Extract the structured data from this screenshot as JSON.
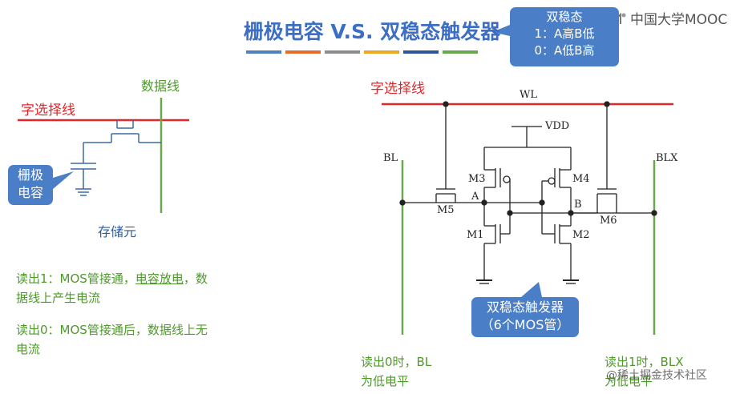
{
  "header": {
    "title": "栅极电容 V.S. 双稳态触发器",
    "brand": "中国大学MOOC",
    "divider_colors": [
      "#4f81bd",
      "#e46c2c",
      "#8c8c8c",
      "#e8a820",
      "#2f5597",
      "#6aa84f"
    ]
  },
  "bistable_note": {
    "title": "双稳态",
    "line1": "1：A高B低",
    "line2": "0：A低B高"
  },
  "left_diagram": {
    "word_line": "字选择线",
    "data_line": "数据线",
    "gate_cap_line1": "栅极",
    "gate_cap_line2": "电容",
    "cell_label": "存储元",
    "read1_prefix": "读出1：MOS管接通，",
    "read1_underlined": "电容放电",
    "read1_suffix": "，数",
    "read1_line2": "据线上产生电流",
    "read0_line1": "读出0：MOS管接通后，数据线上无",
    "read0_line2": "电流"
  },
  "right_diagram": {
    "word_line": "字选择线",
    "wl": "WL",
    "vdd": "VDD",
    "bl": "BL",
    "blx": "BLX",
    "m1": "M1",
    "m2": "M2",
    "m3": "M3",
    "m4": "M4",
    "m5": "M5",
    "m6": "M6",
    "node_a": "A",
    "node_b": "B",
    "ff_line1": "双稳态触发器",
    "ff_line2": "（6个MOS管）",
    "read0_line1": "读出0时，BL",
    "read0_line2": "为低电平",
    "read1_line1": "读出1时，BLX",
    "read1_line2": "为低电平"
  },
  "watermark": "@稀土掘金技术社区",
  "colors": {
    "title": "#3c6fc4",
    "word_line": "#e0282b",
    "data_line": "#6aa84f",
    "bubble": "#4a7fc7",
    "text_green": "#4d9a2a"
  }
}
